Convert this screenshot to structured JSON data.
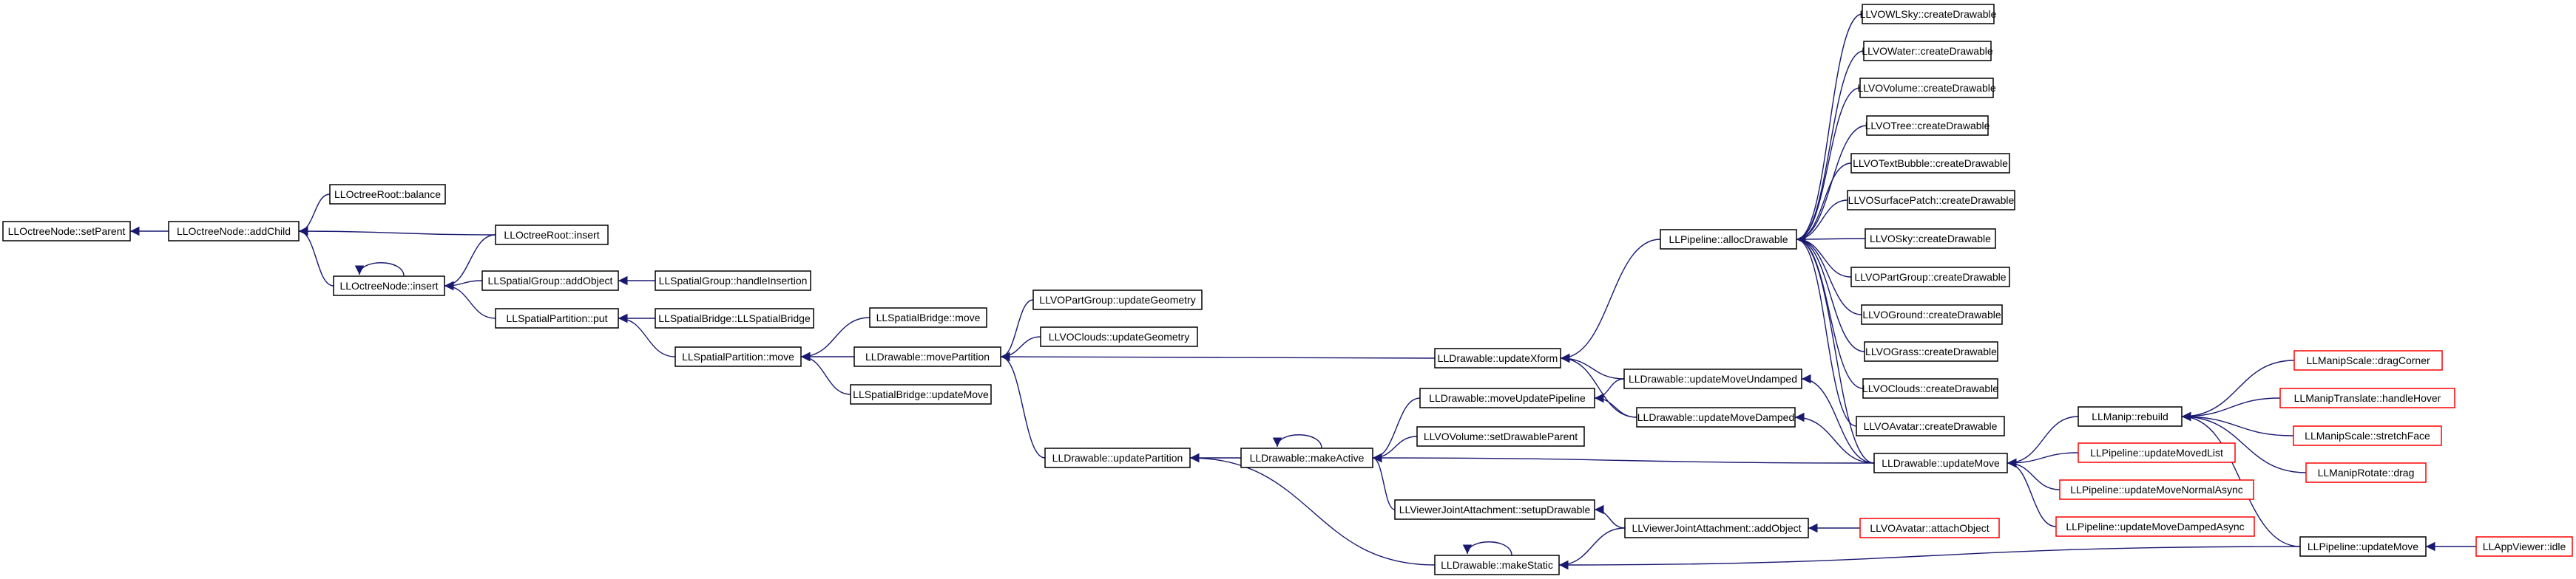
{
  "colors": {
    "node_border": "#000000",
    "node_border_truncated": "#ff0000",
    "root_fill": "#bfbfbf",
    "edge": "#191970"
  },
  "nodes": [
    {
      "id": "n0",
      "label": "LLOctreeNode::setParent",
      "root": true
    },
    {
      "id": "n1",
      "label": "LLOctreeNode::addChild"
    },
    {
      "id": "n2",
      "label": "LLOctreeRoot::balance"
    },
    {
      "id": "n3",
      "label": "LLOctreeNode::insert"
    },
    {
      "id": "n4",
      "label": "LLOctreeRoot::insert"
    },
    {
      "id": "n5",
      "label": "LLSpatialGroup::addObject"
    },
    {
      "id": "n6",
      "label": "LLSpatialGroup::handleInsertion"
    },
    {
      "id": "n7",
      "label": "LLSpatialPartition::put"
    },
    {
      "id": "n8",
      "label": "LLSpatialBridge::LLSpatialBridge"
    },
    {
      "id": "n9",
      "label": "LLSpatialPartition::move"
    },
    {
      "id": "n10",
      "label": "LLSpatialBridge::move"
    },
    {
      "id": "n11",
      "label": "LLDrawable::movePartition"
    },
    {
      "id": "n12",
      "label": "LLSpatialBridge::updateMove"
    },
    {
      "id": "n13",
      "label": "LLVOPartGroup::updateGeometry"
    },
    {
      "id": "n14",
      "label": "LLVOClouds::updateGeometry"
    },
    {
      "id": "n15",
      "label": "LLDrawable::updatePartition"
    },
    {
      "id": "n16",
      "label": "LLDrawable::makeActive"
    },
    {
      "id": "n17",
      "label": "LLDrawable::updateXform"
    },
    {
      "id": "n18",
      "label": "LLDrawable::moveUpdatePipeline"
    },
    {
      "id": "n19",
      "label": "LLVOVolume::setDrawableParent"
    },
    {
      "id": "n20",
      "label": "LLViewerJointAttachment::setupDrawable"
    },
    {
      "id": "n21",
      "label": "LLDrawable::makeStatic"
    },
    {
      "id": "n22",
      "label": "LLPipeline::allocDrawable"
    },
    {
      "id": "n23",
      "label": "LLDrawable::updateMoveUndamped"
    },
    {
      "id": "n24",
      "label": "LLDrawable::updateMoveDamped"
    },
    {
      "id": "n25",
      "label": "LLViewerJointAttachment::addObject"
    },
    {
      "id": "n26",
      "label": "LLVOAvatar::attachObject",
      "truncated": true
    },
    {
      "id": "n27",
      "label": "LLVOWLSky::createDrawable"
    },
    {
      "id": "n28",
      "label": "LLVOWater::createDrawable"
    },
    {
      "id": "n29",
      "label": "LLVOVolume::createDrawable"
    },
    {
      "id": "n30",
      "label": "LLVOTree::createDrawable"
    },
    {
      "id": "n31",
      "label": "LLVOTextBubble::createDrawable"
    },
    {
      "id": "n32",
      "label": "LLVOSurfacePatch::createDrawable"
    },
    {
      "id": "n33",
      "label": "LLVOSky::createDrawable"
    },
    {
      "id": "n34",
      "label": "LLVOPartGroup::createDrawable"
    },
    {
      "id": "n35",
      "label": "LLVOGround::createDrawable"
    },
    {
      "id": "n36",
      "label": "LLVOGrass::createDrawable"
    },
    {
      "id": "n37",
      "label": "LLVOClouds::createDrawable"
    },
    {
      "id": "n38",
      "label": "LLVOAvatar::createDrawable"
    },
    {
      "id": "n39",
      "label": "LLDrawable::updateMove"
    },
    {
      "id": "n40",
      "label": "LLManip::rebuild"
    },
    {
      "id": "n41",
      "label": "LLPipeline::updateMovedList",
      "truncated": true
    },
    {
      "id": "n42",
      "label": "LLPipeline::updateMoveNormalAsync",
      "truncated": true
    },
    {
      "id": "n43",
      "label": "LLPipeline::updateMoveDampedAsync",
      "truncated": true
    },
    {
      "id": "n44",
      "label": "LLManipScale::dragCorner",
      "truncated": true
    },
    {
      "id": "n45",
      "label": "LLManipTranslate::handleHover",
      "truncated": true
    },
    {
      "id": "n46",
      "label": "LLManipScale::stretchFace",
      "truncated": true
    },
    {
      "id": "n47",
      "label": "LLManipRotate::drag",
      "truncated": true
    },
    {
      "id": "n48",
      "label": "LLPipeline::updateMove"
    },
    {
      "id": "n49",
      "label": "LLAppViewer::idle",
      "truncated": true
    }
  ],
  "edges": [
    [
      "n1",
      "n0"
    ],
    [
      "n2",
      "n1"
    ],
    [
      "n3",
      "n1"
    ],
    [
      "n4",
      "n1"
    ],
    [
      "n3",
      "n3"
    ],
    [
      "n4",
      "n3"
    ],
    [
      "n5",
      "n3"
    ],
    [
      "n7",
      "n3"
    ],
    [
      "n6",
      "n5"
    ],
    [
      "n8",
      "n7"
    ],
    [
      "n9",
      "n7"
    ],
    [
      "n10",
      "n9"
    ],
    [
      "n11",
      "n9"
    ],
    [
      "n12",
      "n9"
    ],
    [
      "n13",
      "n11"
    ],
    [
      "n14",
      "n11"
    ],
    [
      "n15",
      "n11"
    ],
    [
      "n17",
      "n11"
    ],
    [
      "n16",
      "n15"
    ],
    [
      "n21",
      "n15"
    ],
    [
      "n16",
      "n16"
    ],
    [
      "n18",
      "n16"
    ],
    [
      "n19",
      "n16"
    ],
    [
      "n20",
      "n16"
    ],
    [
      "n39",
      "n16"
    ],
    [
      "n22",
      "n17"
    ],
    [
      "n23",
      "n17"
    ],
    [
      "n24",
      "n17"
    ],
    [
      "n23",
      "n18"
    ],
    [
      "n24",
      "n18"
    ],
    [
      "n25",
      "n20"
    ],
    [
      "n25",
      "n21"
    ],
    [
      "n21",
      "n21"
    ],
    [
      "n48",
      "n21"
    ],
    [
      "n27",
      "n22"
    ],
    [
      "n28",
      "n22"
    ],
    [
      "n29",
      "n22"
    ],
    [
      "n30",
      "n22"
    ],
    [
      "n31",
      "n22"
    ],
    [
      "n32",
      "n22"
    ],
    [
      "n33",
      "n22"
    ],
    [
      "n34",
      "n22"
    ],
    [
      "n35",
      "n22"
    ],
    [
      "n36",
      "n22"
    ],
    [
      "n37",
      "n22"
    ],
    [
      "n38",
      "n22"
    ],
    [
      "n39",
      "n22"
    ],
    [
      "n39",
      "n23"
    ],
    [
      "n39",
      "n24"
    ],
    [
      "n26",
      "n25"
    ],
    [
      "n40",
      "n39"
    ],
    [
      "n41",
      "n39"
    ],
    [
      "n42",
      "n39"
    ],
    [
      "n43",
      "n39"
    ],
    [
      "n44",
      "n40"
    ],
    [
      "n45",
      "n40"
    ],
    [
      "n46",
      "n40"
    ],
    [
      "n47",
      "n40"
    ],
    [
      "n48",
      "n40"
    ],
    [
      "n49",
      "n48"
    ]
  ]
}
